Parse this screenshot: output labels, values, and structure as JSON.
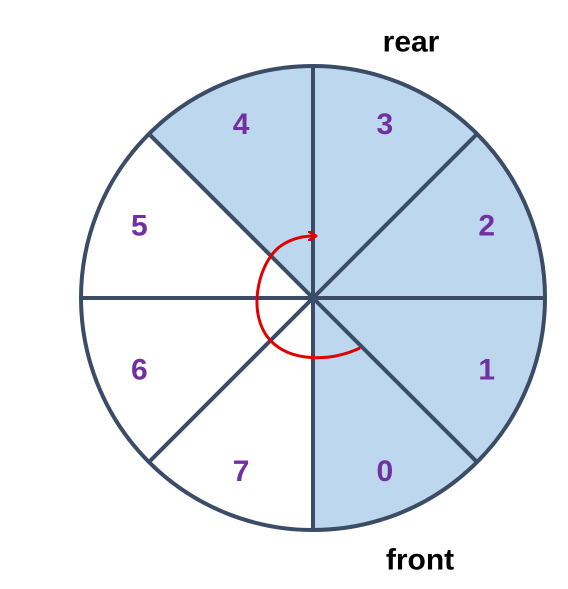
{
  "diagram": {
    "pointers": {
      "rear": "rear",
      "front": "front"
    },
    "slots": [
      {
        "label": "0",
        "filled": true
      },
      {
        "label": "1",
        "filled": true
      },
      {
        "label": "2",
        "filled": true
      },
      {
        "label": "3",
        "filled": true
      },
      {
        "label": "4",
        "filled": true
      },
      {
        "label": "5",
        "filled": false
      },
      {
        "label": "6",
        "filled": false
      },
      {
        "label": "7",
        "filled": false
      }
    ],
    "rotation": "clockwise"
  },
  "colors": {
    "filled_fill": "#bdd7ee",
    "empty_fill": "#ffffff",
    "stroke": "#3b4c66",
    "slot_text": "#7030a0",
    "pointer_text": "#1f3864",
    "arrow": "#e00000"
  }
}
